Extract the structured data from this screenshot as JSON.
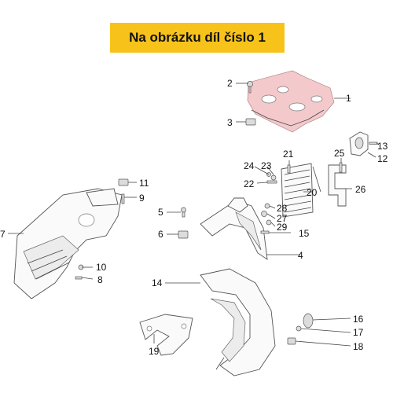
{
  "banner": {
    "text": "Na obrázku díl číslo 1",
    "color": "#f7c31b"
  },
  "callouts": [
    "1",
    "2",
    "3",
    "4",
    "5",
    "6",
    "7",
    "8",
    "9",
    "10",
    "11",
    "12",
    "13",
    "14",
    "15",
    "16",
    "17",
    "18",
    "19",
    "20",
    "21",
    "22",
    "23",
    "24",
    "25",
    "26",
    "27",
    "28",
    "29"
  ],
  "colors": {
    "highlight_part": "#f3c9cc",
    "line": "#444444",
    "text": "#111111"
  }
}
